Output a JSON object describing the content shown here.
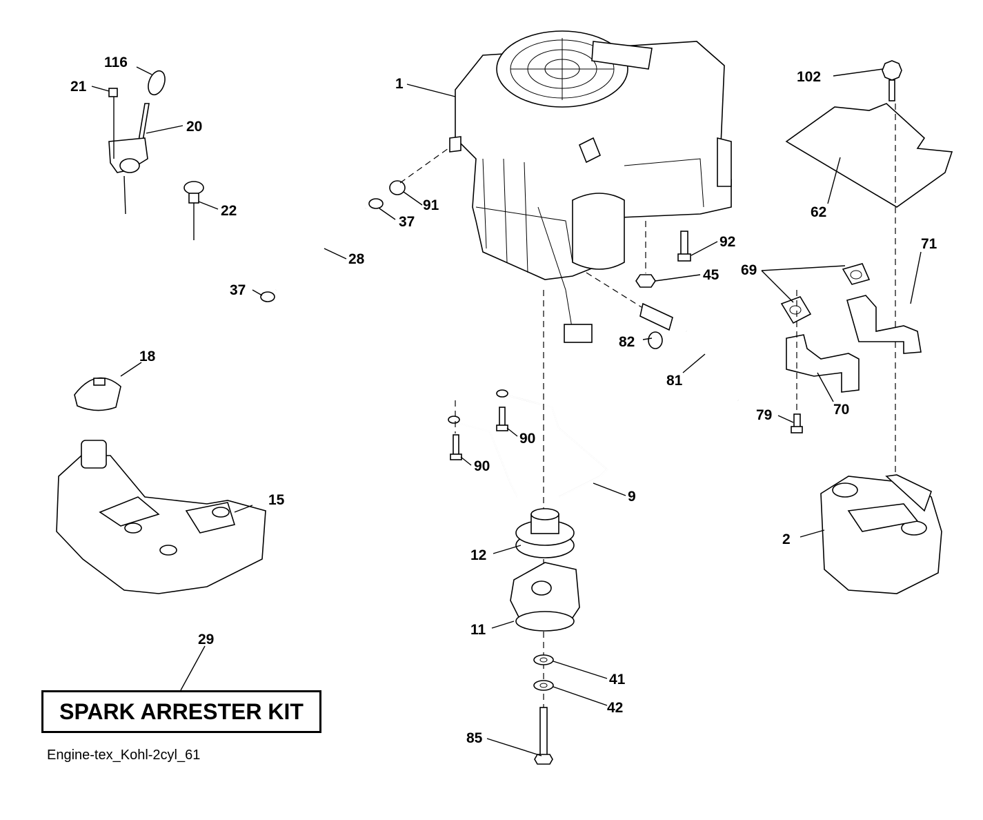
{
  "callouts": [
    {
      "id": "c-116",
      "label": "116"
    },
    {
      "id": "c-21",
      "label": "21"
    },
    {
      "id": "c-20",
      "label": "20"
    },
    {
      "id": "c-22",
      "label": "22"
    },
    {
      "id": "c-1",
      "label": "1"
    },
    {
      "id": "c-91",
      "label": "91"
    },
    {
      "id": "c-37a",
      "label": "37"
    },
    {
      "id": "c-28",
      "label": "28"
    },
    {
      "id": "c-37b",
      "label": "37"
    },
    {
      "id": "c-18",
      "label": "18"
    },
    {
      "id": "c-15",
      "label": "15"
    },
    {
      "id": "c-29",
      "label": "29"
    },
    {
      "id": "c-102",
      "label": "102"
    },
    {
      "id": "c-62",
      "label": "62"
    },
    {
      "id": "c-92",
      "label": "92"
    },
    {
      "id": "c-45",
      "label": "45"
    },
    {
      "id": "c-71",
      "label": "71"
    },
    {
      "id": "c-69",
      "label": "69"
    },
    {
      "id": "c-82",
      "label": "82"
    },
    {
      "id": "c-81",
      "label": "81"
    },
    {
      "id": "c-70",
      "label": "70"
    },
    {
      "id": "c-79",
      "label": "79"
    },
    {
      "id": "c-90a",
      "label": "90"
    },
    {
      "id": "c-90b",
      "label": "90"
    },
    {
      "id": "c-9",
      "label": "9"
    },
    {
      "id": "c-12",
      "label": "12"
    },
    {
      "id": "c-11",
      "label": "11"
    },
    {
      "id": "c-41",
      "label": "41"
    },
    {
      "id": "c-42",
      "label": "42"
    },
    {
      "id": "c-85",
      "label": "85"
    },
    {
      "id": "c-2",
      "label": "2"
    }
  ],
  "kit_label": "SPARK ARRESTER KIT",
  "footer_code": "Engine-tex_Kohl-2cyl_61"
}
